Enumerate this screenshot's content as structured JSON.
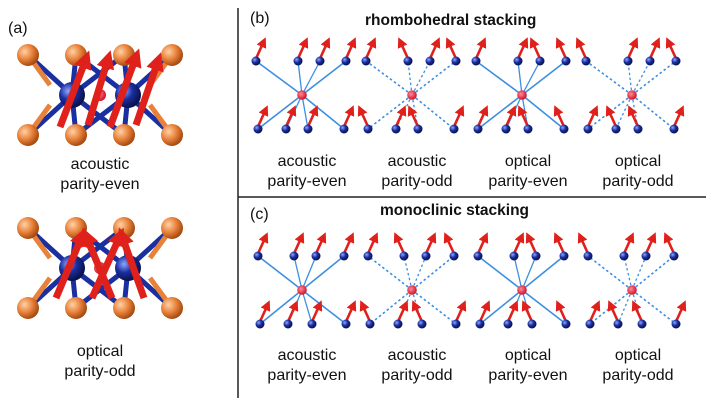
{
  "panel_a": {
    "label": "(a)",
    "captions": [
      {
        "line1": "acoustic",
        "line2": "parity-even"
      },
      {
        "line1": "",
        "line2": "optical"
      },
      {
        "line1": "",
        "line2": "parity-odd"
      }
    ]
  },
  "panel_b": {
    "label": "(b)",
    "title": "rhombohedral stacking",
    "modes": [
      {
        "line1": "acoustic",
        "line2": "parity-even"
      },
      {
        "line1": "acoustic",
        "line2": "parity-odd"
      },
      {
        "line1": "optical",
        "line2": "parity-even"
      },
      {
        "line1": "optical",
        "line2": "parity-odd"
      }
    ]
  },
  "panel_c": {
    "label": "(c)",
    "title": "monoclinic stacking",
    "modes": [
      {
        "line1": "acoustic",
        "line2": "parity-even"
      },
      {
        "line1": "acoustic",
        "line2": "parity-odd"
      },
      {
        "line1": "optical",
        "line2": "parity-even"
      },
      {
        "line1": "optical",
        "line2": "parity-odd"
      }
    ]
  },
  "colors": {
    "selenium_orange": "#e8823a",
    "metal_blue": "#1a2fa0",
    "arrow_red": "#e0201b",
    "inversion_center": "#e8203a",
    "bond_light_blue": "#3d8fe0"
  }
}
